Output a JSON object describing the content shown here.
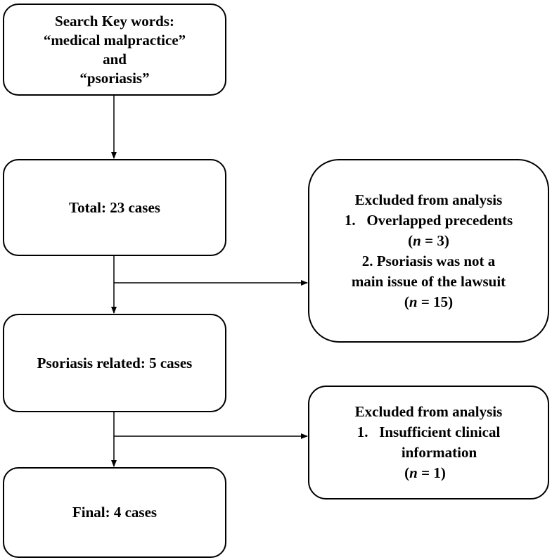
{
  "search_box": {
    "line1": "Search Key words:",
    "line2": "“medical malpractice”",
    "line3": "and",
    "line4": "“psoriasis”"
  },
  "total_box": {
    "text": "Total: 23 cases"
  },
  "related_box": {
    "text": "Psoriasis related: 5 cases"
  },
  "final_box": {
    "text": "Final: 4 cases"
  },
  "exclusion_1": {
    "title": "Excluded from analysis",
    "item1": "1.   Overlapped precedents",
    "item1_n_var": "n",
    "item1_n_value": " = 3",
    "item2_line1": "2. Psoriasis was not a",
    "item2_line2": "main issue of the lawsuit",
    "item2_n_var": "n",
    "item2_n_value": " = 15"
  },
  "exclusion_2": {
    "title": "Excluded from analysis",
    "item1_line1": "1.   Insufficient clinical",
    "item1_line2": "information",
    "item1_n_var": "n",
    "item1_n_value": " = 1"
  }
}
